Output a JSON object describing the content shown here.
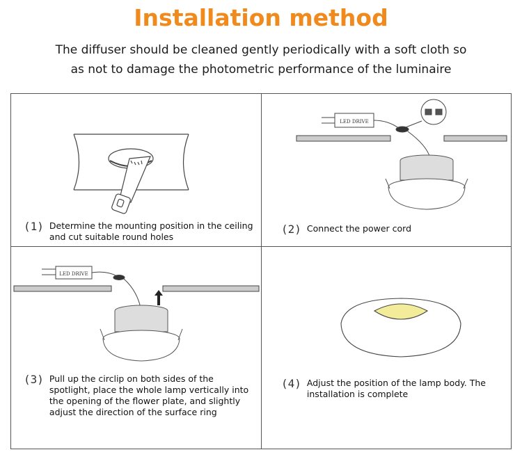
{
  "header": {
    "title": "Installation method",
    "subtitle_line1": "The diffuser should be cleaned gently periodically with a soft cloth so",
    "subtitle_line2": "as not to damage the photometric performance of the luminaire"
  },
  "steps": [
    {
      "number": "(1)",
      "text": "Determine the mounting position in the ceiling and cut suitable round holes"
    },
    {
      "number": "(2)",
      "text": "Connect the power cord"
    },
    {
      "number": "(3)",
      "text": "Pull up the circlip on both sides of the spotlight, place the whole lamp vertically into the opening of the flower plate, and slightly adjust the direction of the surface ring"
    },
    {
      "number": "(4)",
      "text": "Adjust the position of the lamp body. The installation is complete"
    }
  ],
  "driver_label": "LED DRIVE",
  "colors": {
    "title": "#f08a1c",
    "lamp_glow": "#f3ec9a",
    "ceiling": "#a8a8a8"
  }
}
